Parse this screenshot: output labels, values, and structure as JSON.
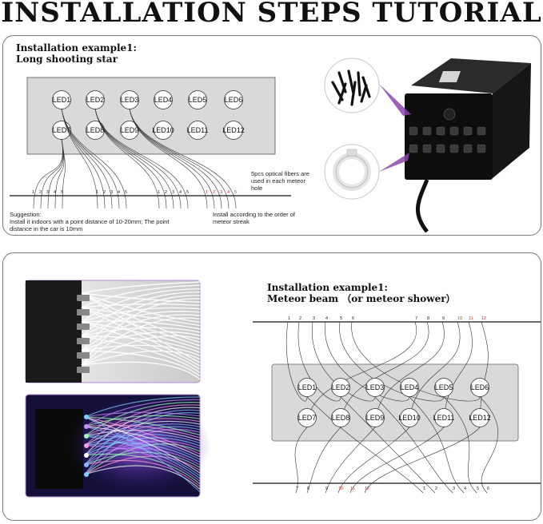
{
  "title": "INSTALLATION STEPS TUTORIAL",
  "panel1": {
    "heading_line1": "Installation example1:",
    "heading_line2": "Long shooting star",
    "leds_row1": [
      "LED1",
      "LED2",
      "LED3",
      "LED4",
      "LED5",
      "LED6"
    ],
    "leds_row2": [
      "LED7",
      "LED8",
      "LED9",
      "LED10",
      "LED11",
      "LED12"
    ],
    "fiber_numbers": [
      "1",
      "2",
      "3",
      "4",
      "5"
    ],
    "note_fibers": "5pcs optical fibers are used in each meteor hole",
    "suggestion_label": "Suggestion:",
    "suggestion_text": "Install it indoors with a point distance of 10-20mm; The point distance in the car is 10mm",
    "order_text": "Install according to the order of meteor streak"
  },
  "panel2": {
    "heading_line1": "Installation example1:",
    "heading_line2": "Meteor beam （or meteor shower）",
    "leds_row1": [
      "LED1",
      "LED2",
      "LED3",
      "LED4",
      "LED5",
      "LED6"
    ],
    "leds_row2": [
      "LED7",
      "LED8",
      "LED9",
      "LED10",
      "LED11",
      "LED12"
    ],
    "top_numbers": [
      "1",
      "2",
      "3",
      "4",
      "5",
      "6",
      "7",
      "8",
      "9",
      "10",
      "11",
      "12"
    ],
    "bottom_numbers": [
      "7",
      "8",
      "9",
      "10",
      "11",
      "12",
      "1",
      "2",
      "3",
      "4",
      "5",
      "6"
    ]
  },
  "colors": {
    "panel_border": "#777777",
    "led_box": "#d9d9d9",
    "accent_purple": "#8e44ad",
    "red_numbers": "#c0392b"
  }
}
